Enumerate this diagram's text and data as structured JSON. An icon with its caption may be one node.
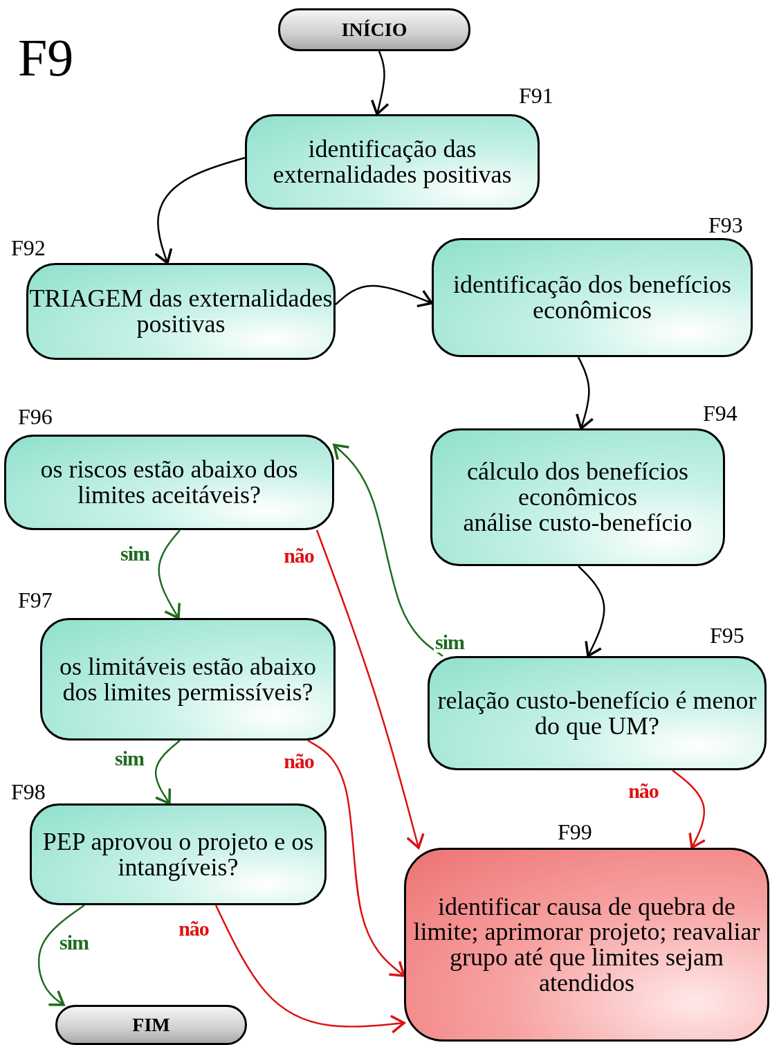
{
  "diagram": {
    "nodes": [
      {
        "text": [
          "INÍCIO"
        ]
      },
      {
        "text": [
          "identificação das externalidades positivas"
        ],
        "beside": [
          "F91"
        ]
      },
      {
        "text": [
          "TRIAGEM das externalidades positivas"
        ],
        "beside": [
          "F92"
        ]
      },
      {
        "text": [
          "identificação dos benefícios econômicos"
        ],
        "beside": [
          "F93"
        ]
      },
      {
        "text": [
          "cálculo dos benefícios econômicos",
          "análise custo-benefício"
        ],
        "beside": [
          "F94"
        ]
      },
      {
        "text": [
          "relação custo-benefício é menor do que UM?"
        ],
        "beside": [
          "F95"
        ]
      },
      {
        "text": [
          "os riscos estão abaixo dos limites aceitáveis?"
        ],
        "beside": [
          "F96"
        ]
      },
      {
        "text": [
          "os limitáveis estão abaixo dos limites permissíveis?"
        ],
        "beside": [
          "F97"
        ]
      },
      {
        "text": [
          "PEP aprovou o projeto e os intangíveis?"
        ],
        "beside": [
          "F98"
        ]
      },
      {
        "text": [
          "identificar causa de quebra de limite; aprimorar projeto; reavaliar grupo até que limites sejam atendidos"
        ],
        "beside": [
          "F99"
        ]
      },
      {
        "text": [
          "FIM"
        ]
      }
    ],
    "edges": [
      {
        "from": 0,
        "to": 1,
        "arrow": "to"
      },
      {
        "from": 1,
        "to": 2,
        "arrow": "to"
      },
      {
        "from": 2,
        "to": 3,
        "arrow": "to"
      },
      {
        "from": 3,
        "to": 4,
        "arrow": "to"
      },
      {
        "from": 4,
        "to": 5,
        "arrow": "to"
      },
      {
        "from": 5,
        "to": 6,
        "arrow": "to",
        "label": "sim",
        "color": "#1f6b1f"
      },
      {
        "from": 6,
        "to": 7,
        "arrow": "to",
        "label": "sim",
        "color": "#1f6b1f"
      },
      {
        "from": 6,
        "to": 9,
        "arrow": "to",
        "label": "não",
        "color": "#dd1111"
      },
      {
        "from": 7,
        "to": 8,
        "arrow": "to",
        "label": "sim",
        "color": "#1f6b1f"
      },
      {
        "from": 7,
        "to": 9,
        "arrow": "to",
        "label": "não",
        "color": "#dd1111"
      },
      {
        "from": 8,
        "to": 10,
        "arrow": "to",
        "label": "sim",
        "color": "#1f6b1f"
      },
      {
        "from": 8,
        "to": 9,
        "arrow": "to",
        "label": "não",
        "color": "#dd1111"
      },
      {
        "from": 5,
        "to": 9,
        "arrow": "to",
        "label": "não",
        "color": "#dd1111"
      }
    ],
    "labels": [
      "F9"
    ]
  }
}
